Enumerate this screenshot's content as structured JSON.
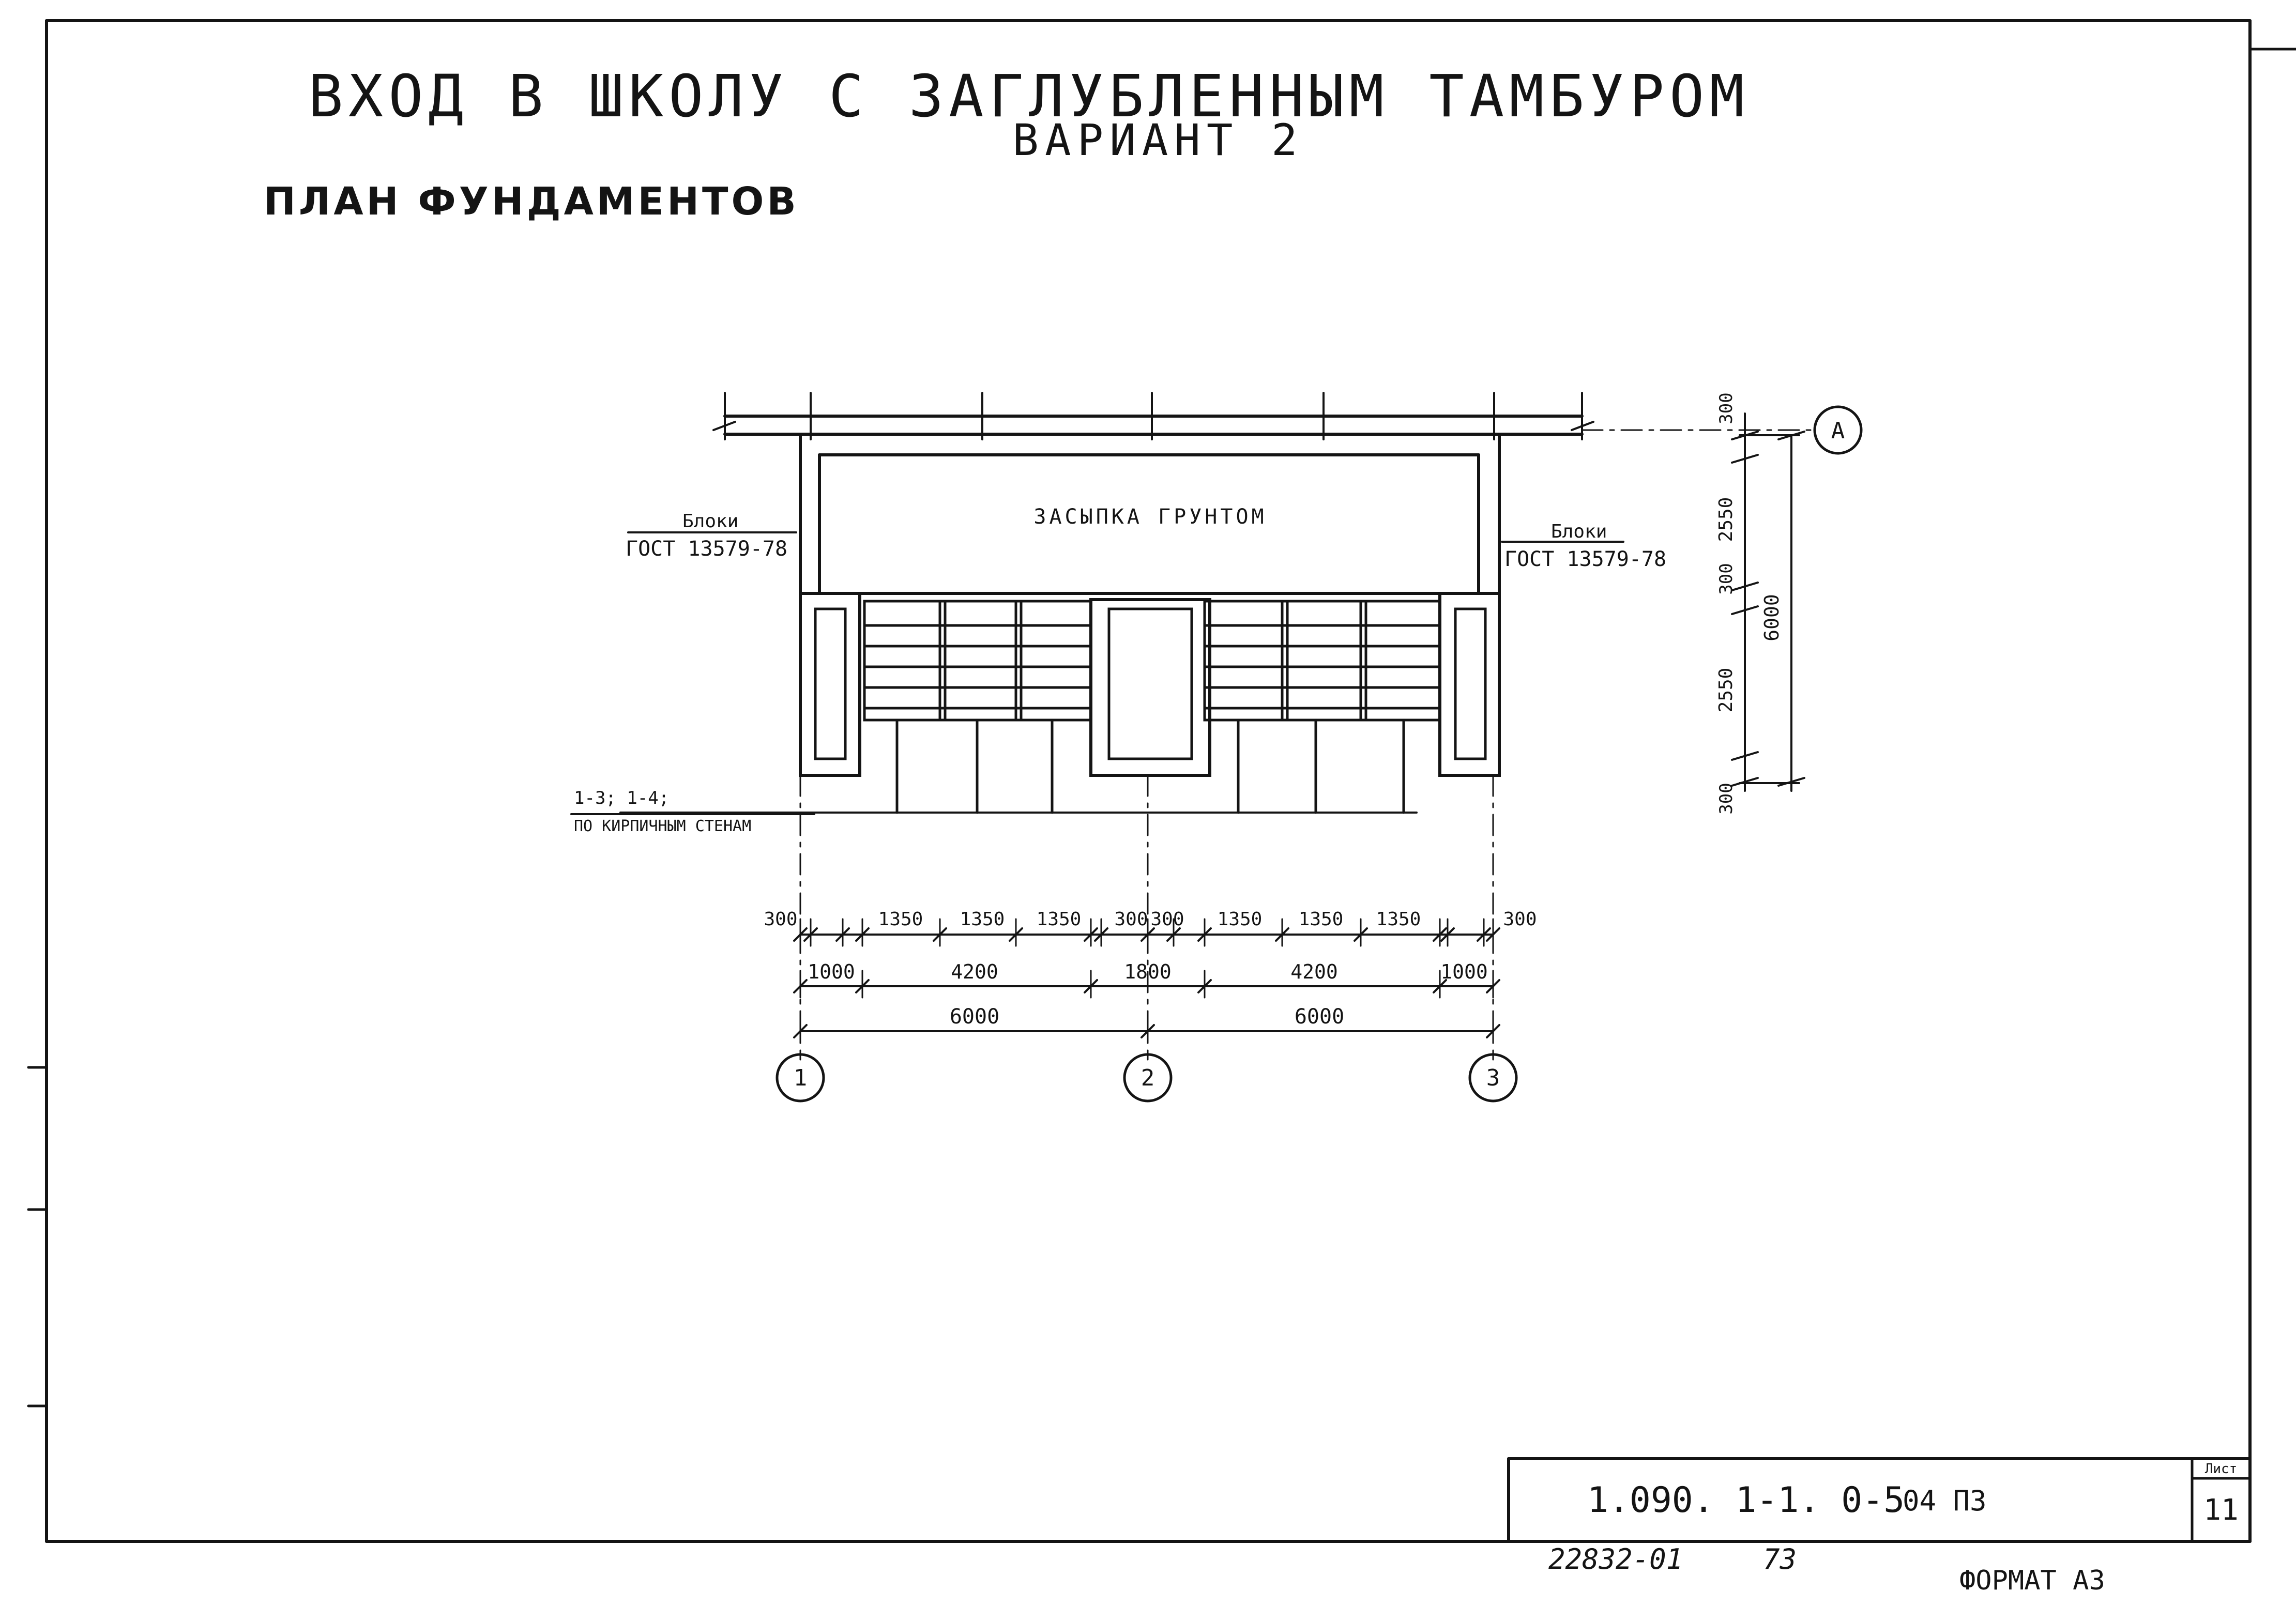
{
  "title": {
    "main": "ВХОД В ШКОЛУ С ЗАГЛУБЛЕННЫМ ТАМБУРОМ",
    "variant": "ВАРИАНТ 2"
  },
  "plan_heading": "ПЛАН ФУНДАМЕНТОВ",
  "plan": {
    "fill_label": "ЗАСЫПКА ГРУНТОМ",
    "left_callout": {
      "top": "Блоки",
      "bottom": "ГОСТ 13579-78"
    },
    "right_callout": {
      "top": "Блоки",
      "bottom": "ГОСТ 13579-78"
    },
    "bottom_callout": {
      "top": "1-3; 1-4;",
      "bottom": "ПО КИРПИЧНЫМ СТЕНАМ"
    },
    "dims_row1": [
      "300",
      "1350",
      "1350",
      "1350",
      "300",
      "300",
      "1350",
      "1350",
      "1350",
      "300"
    ],
    "dims_row2": [
      "1000",
      "4200",
      "1800",
      "4200",
      "1000"
    ],
    "dims_row3": [
      "6000",
      "6000"
    ],
    "vertical_dims": [
      "300",
      "2550",
      "300",
      "2550",
      "300"
    ],
    "vertical_total": "6000",
    "axes_bottom": [
      "1",
      "2",
      "3"
    ],
    "axis_side": "А"
  },
  "stamp": {
    "code": "1.090. 1-1. 0-5",
    "section": "04 ПЗ",
    "sheet_label": "Лист",
    "sheet_number": "11"
  },
  "footer": {
    "inventory": "22832-01",
    "number": "73",
    "format": "ФОРМАТ А3"
  }
}
